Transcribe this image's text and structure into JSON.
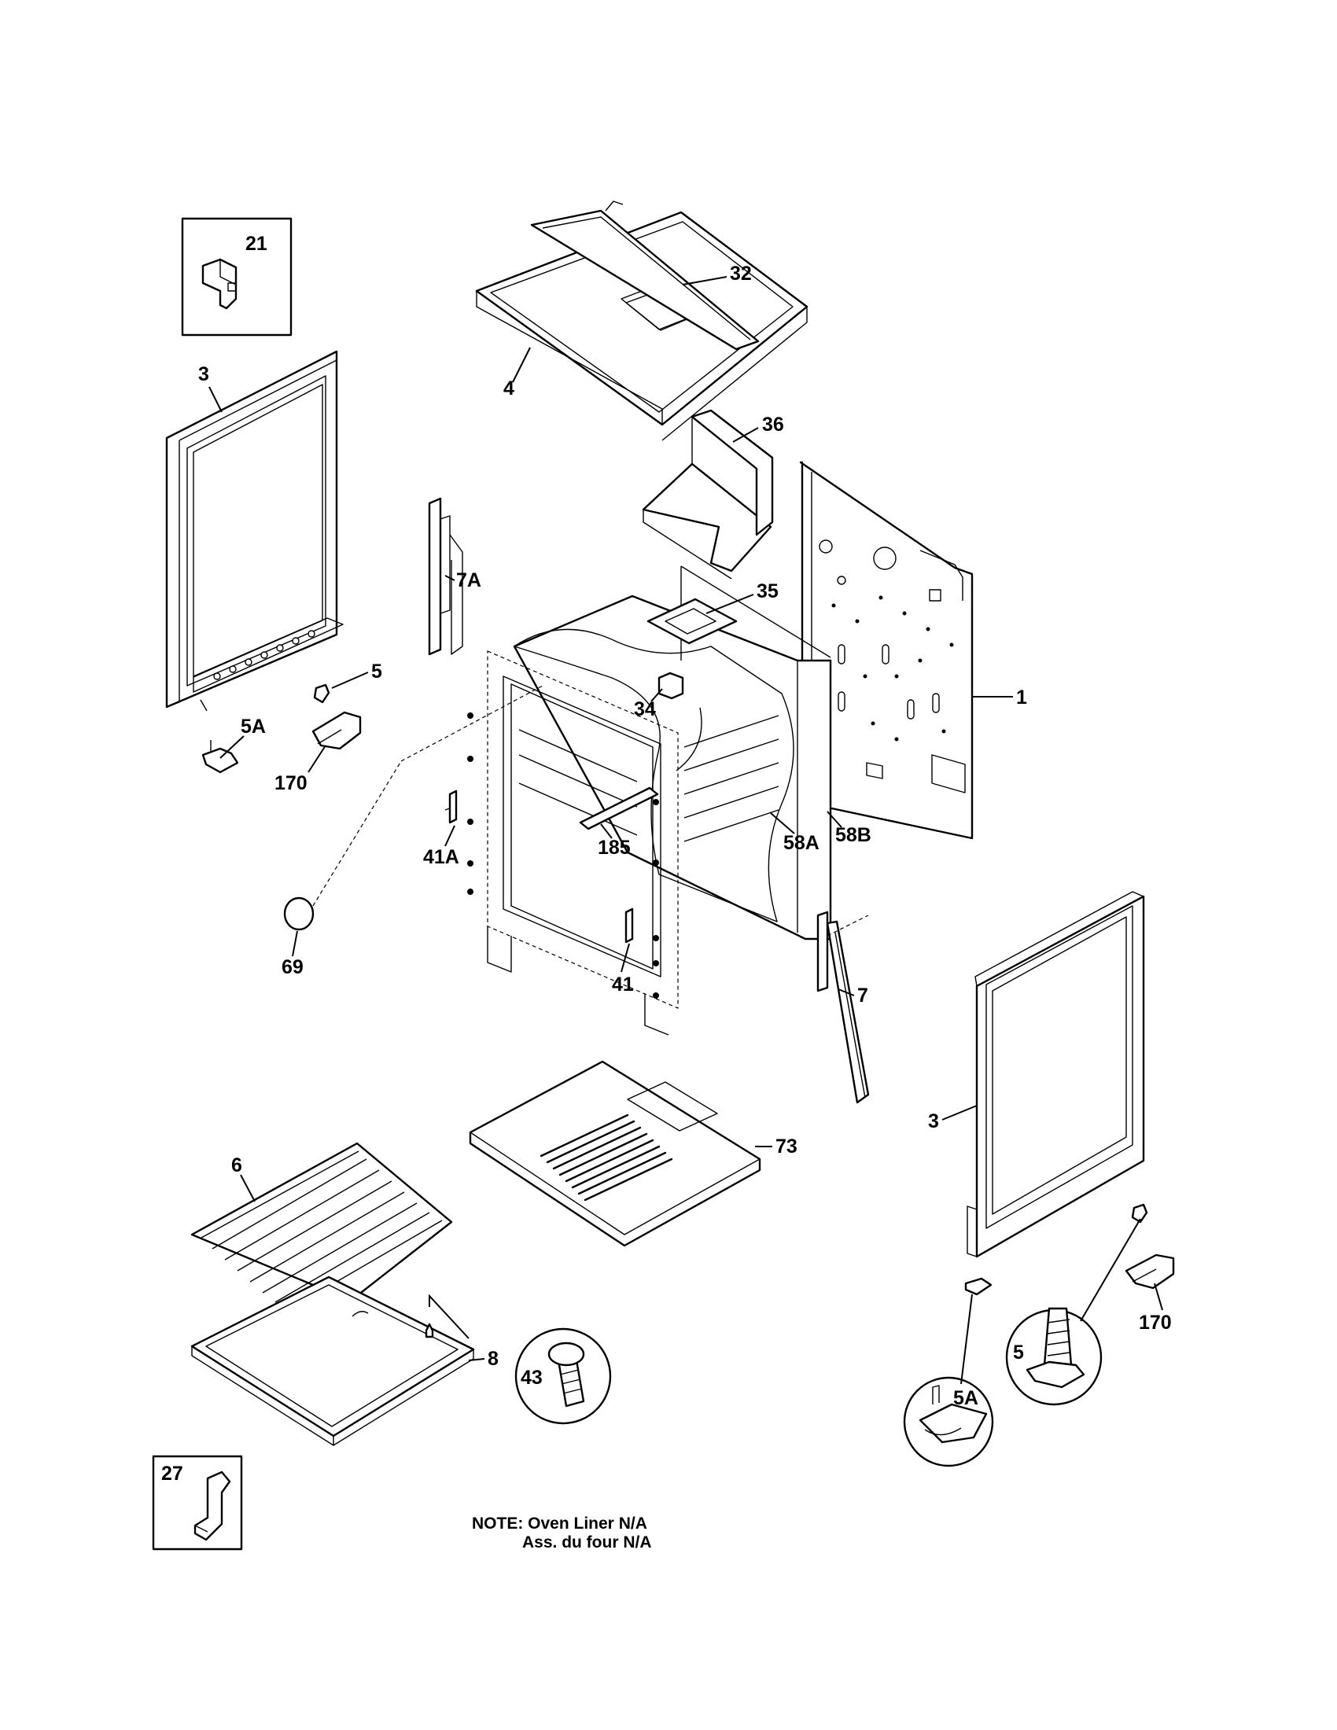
{
  "labels": {
    "p1": "1",
    "p3_left": "3",
    "p3_right": "3",
    "p4": "4",
    "p5_left": "5",
    "p5_right": "5",
    "p5a_left": "5A",
    "p5a_right": "5A",
    "p6": "6",
    "p7": "7",
    "p7a": "7A",
    "p8": "8",
    "p21": "21",
    "p27": "27",
    "p32": "32",
    "p34": "34",
    "p35": "35",
    "p36": "36",
    "p41": "41",
    "p41a": "41A",
    "p43": "43",
    "p58a": "58A",
    "p58b": "58B",
    "p69": "69",
    "p73": "73",
    "p170_left": "170",
    "p170_right": "170",
    "p185": "185"
  },
  "note": {
    "line1": "NOTE: Oven Liner N/A",
    "line2": "Ass. du four N/A"
  }
}
